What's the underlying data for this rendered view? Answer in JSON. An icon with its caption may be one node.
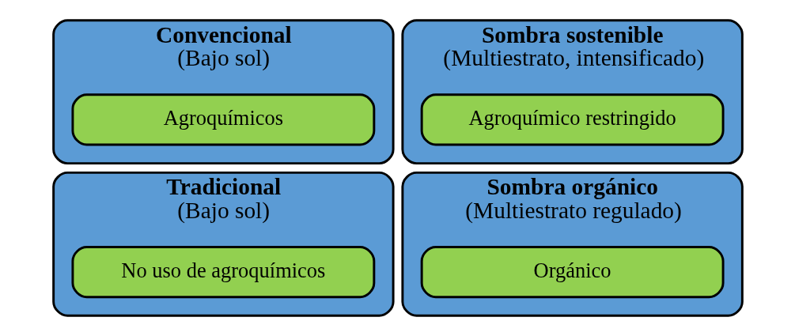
{
  "diagram": {
    "nodes": [
      {
        "text": [
          "Convencional",
          "(Bajo sol)"
        ]
      },
      {
        "text": [
          "Agroquímicos"
        ],
        "in": 0
      },
      {
        "text": [
          "Sombra sostenible",
          "(Multiestrato, intensificado)"
        ]
      },
      {
        "text": [
          "Agroquímico restringido"
        ],
        "in": 2
      },
      {
        "text": [
          "Tradicional",
          "(Bajo sol)"
        ]
      },
      {
        "text": [
          "No uso de agroquímicos"
        ],
        "in": 4
      },
      {
        "text": [
          "Sombra orgánico",
          "(Multiestrato regulado)"
        ]
      },
      {
        "text": [
          "Orgánico"
        ],
        "in": 6
      }
    ]
  }
}
